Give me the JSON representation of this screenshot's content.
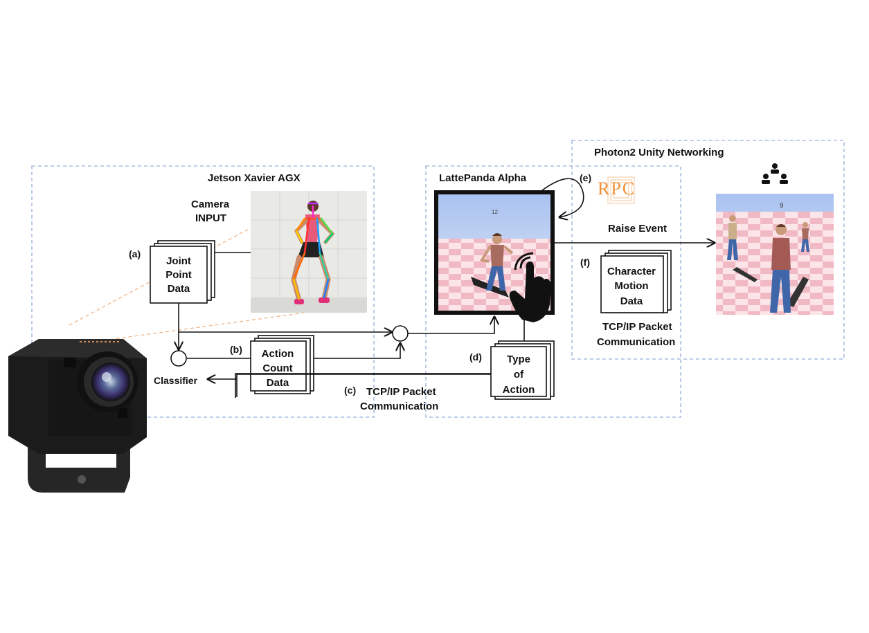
{
  "groups": {
    "jetson": "Jetson Xavier AGX",
    "lattepanda": "LattePanda Alpha",
    "photon": "Photon2 Unity Networking"
  },
  "labels": {
    "camera_input_line1": "Camera",
    "camera_input_line2": "INPUT",
    "classifier": "Classifier",
    "raise_event": "Raise Event",
    "tcp_c_line1": "TCP/IP Packet",
    "tcp_c_line2": "Communication",
    "tcp_f_line1": "TCP/IP Packet",
    "tcp_f_line2": "Communication",
    "rpc_logo": "RPC",
    "screen_score": "12",
    "scene_score": "9"
  },
  "steps": {
    "a": "(a)",
    "b": "(b)",
    "c": "(c)",
    "d": "(d)",
    "e": "(e)",
    "f": "(f)"
  },
  "docs": {
    "joint_point": [
      "Joint",
      "Point",
      "Data"
    ],
    "action_count": [
      "Action",
      "Count",
      "Data"
    ],
    "type_of_action": [
      "Type",
      "of",
      "Action"
    ],
    "character_motion": [
      "Character",
      "Motion",
      "Data"
    ]
  },
  "colors": {
    "group_border": "#a9bde0",
    "rpc_orange": "#f0a050",
    "sky": "#c9d6f2",
    "floor_pink": "#f3c4cc",
    "camera_body": "#1b1b1b"
  }
}
